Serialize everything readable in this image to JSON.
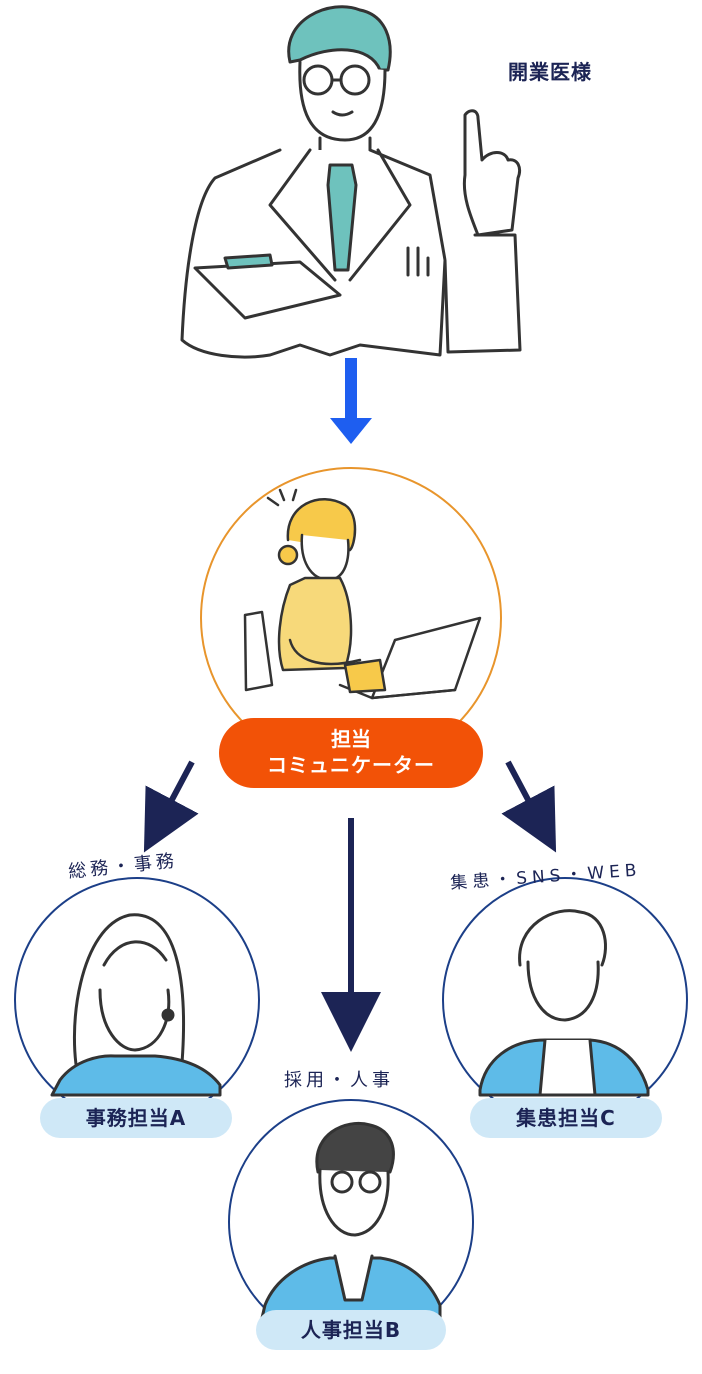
{
  "doctor": {
    "label": "開業医様"
  },
  "communicator": {
    "line1": "担当",
    "line2": "コミュニケーター"
  },
  "roles": {
    "a": {
      "dept": "総務・事務",
      "label": "事務担当A"
    },
    "b": {
      "dept": "採用・人事",
      "label": "人事担当B"
    },
    "c": {
      "dept": "集患・SNS・WEB",
      "label": "集患担当C"
    }
  },
  "colors": {
    "navy": "#1c2455",
    "blue_arrow": "#1e5ef0",
    "orange": "#f25207",
    "orange_ring": "#e8952c",
    "light_blue": "#cfe8f7",
    "teal": "#6ec2bd",
    "yellow": "#f7c94a"
  }
}
